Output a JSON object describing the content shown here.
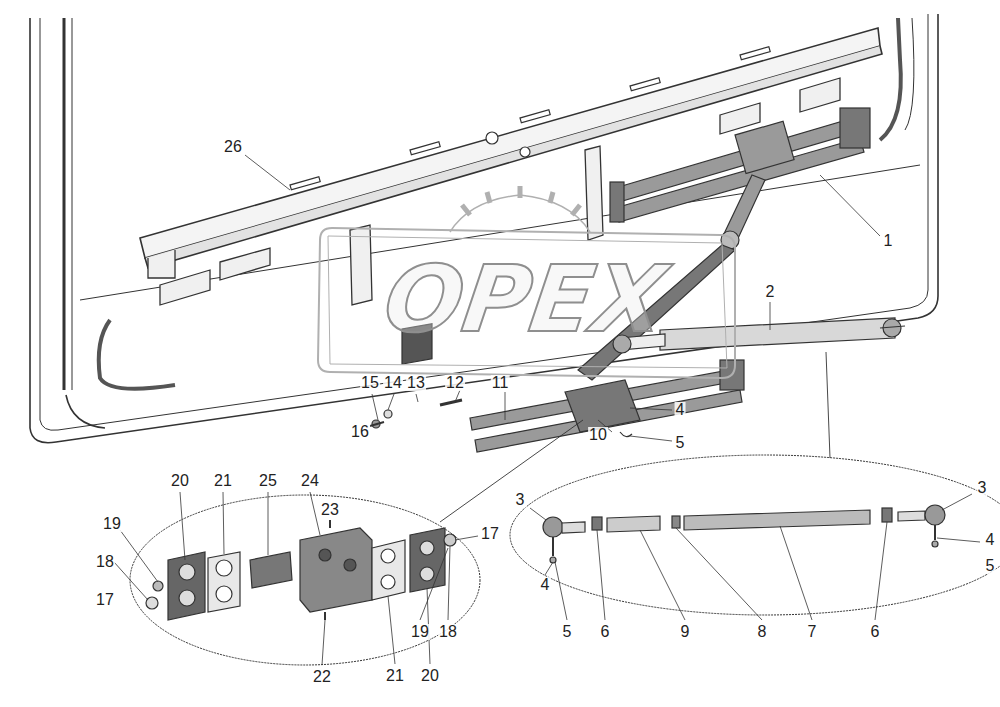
{
  "diagram": {
    "labels": [
      "26",
      "1",
      "2",
      "15",
      "14",
      "13",
      "12",
      "11",
      "16",
      "4",
      "5",
      "10",
      "20",
      "21",
      "25",
      "24",
      "23",
      "19",
      "18",
      "17",
      "17",
      "19",
      "18",
      "22",
      "21",
      "20",
      "3",
      "3",
      "4",
      "5",
      "4",
      "5",
      "6",
      "9",
      "8",
      "7",
      "6",
      "OPEX"
    ]
  }
}
